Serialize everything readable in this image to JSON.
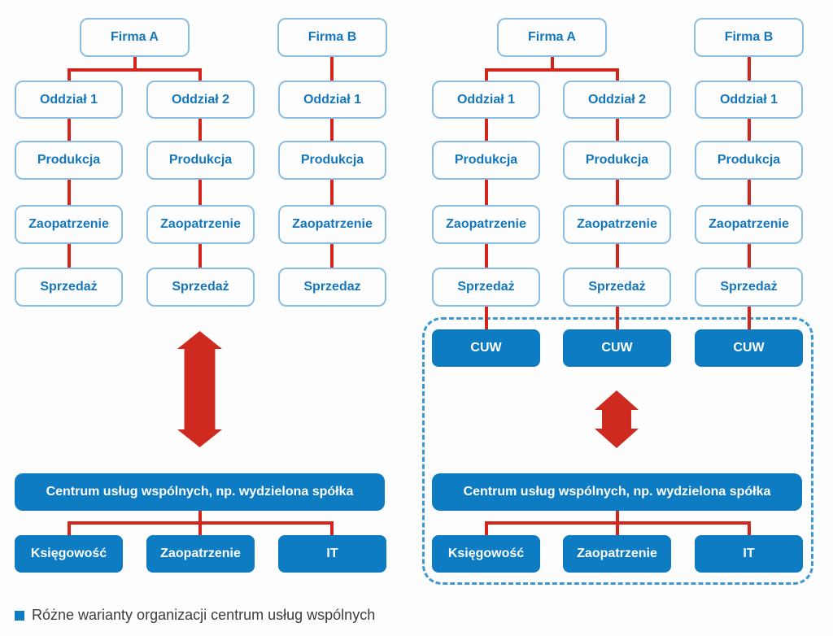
{
  "legend": {
    "text": "Różne warianty organizacji centrum usług wspólnych"
  },
  "colors": {
    "box_fill_blue": "#0d7cc2",
    "box_border_light_blue": "#8abde2",
    "box_text_blue": "#1477be",
    "connector_red": "#d4251c",
    "arrow_red": "#cf2a20",
    "dashed_border_blue": "#3f98d4",
    "legend_text": "#3d3d3d",
    "background": "#fdfdfd"
  },
  "variants": [
    {
      "id": "shared-services-separate-company",
      "companies": [
        {
          "label": "Firma A"
        },
        {
          "label": "Firma B"
        }
      ],
      "columns": [
        {
          "branch": "Oddział 1",
          "departments": [
            "Produkcja",
            "Zaopatrzenie",
            "Sprzedaż"
          ]
        },
        {
          "branch": "Oddział 2",
          "departments": [
            "Produkcja",
            "Zaopatrzenie",
            "Sprzedaż"
          ]
        },
        {
          "branch": "Oddział 1",
          "departments": [
            "Produkcja",
            "Zaopatrzenie",
            "Sprzedaz"
          ]
        }
      ],
      "shared_center": {
        "label": "Centrum usług wspólnych, np. wydzielona spółka",
        "children": [
          "Księgowość",
          "Zaopatrzenie",
          "IT"
        ]
      }
    },
    {
      "id": "shared-services-with-cuw-units",
      "companies": [
        {
          "label": "Firma A"
        },
        {
          "label": "Firma B"
        }
      ],
      "columns": [
        {
          "branch": "Oddział 1",
          "departments": [
            "Produkcja",
            "Zaopatrzenie",
            "Sprzedaż"
          ],
          "cuw": "CUW"
        },
        {
          "branch": "Oddział 2",
          "departments": [
            "Produkcja",
            "Zaopatrzenie",
            "Sprzedaż"
          ],
          "cuw": "CUW"
        },
        {
          "branch": "Oddział 1",
          "departments": [
            "Produkcja",
            "Zaopatrzenie",
            "Sprzedaż"
          ],
          "cuw": "CUW"
        }
      ],
      "shared_center": {
        "label": "Centrum usług wspólnych, np. wydzielona spółka",
        "children": [
          "Księgowość",
          "Zaopatrzenie",
          "IT"
        ]
      }
    }
  ]
}
